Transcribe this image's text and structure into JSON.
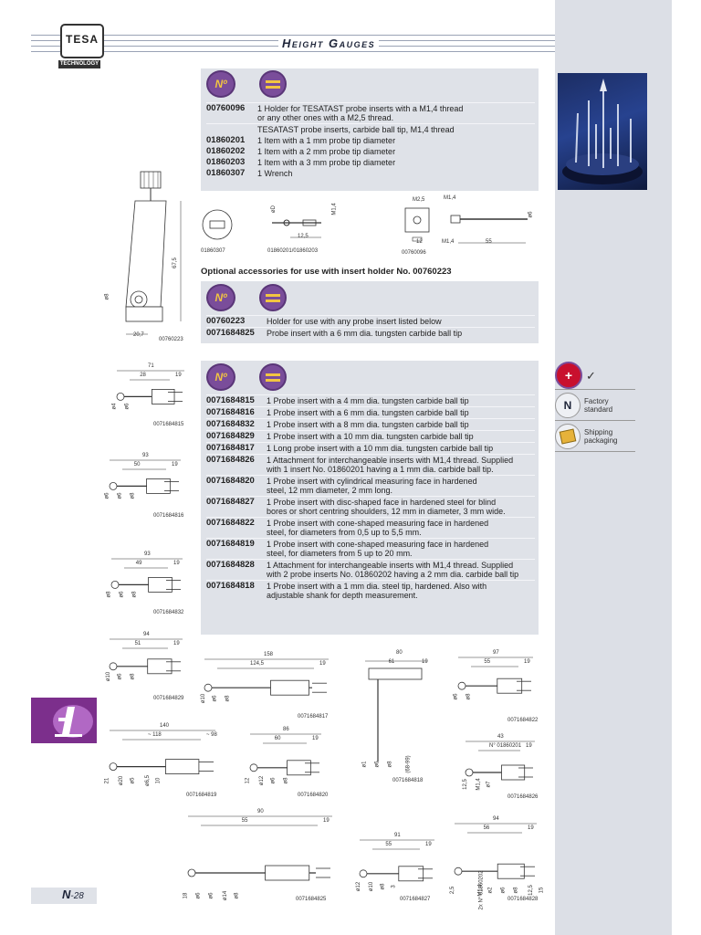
{
  "header": {
    "title": "Height Gauges",
    "logo_text": "TESA",
    "logo_sub": "TECHNOLOGY"
  },
  "panel1": {
    "rows": [
      {
        "code": "00760096",
        "desc": "1 Holder for TESATAST probe inserts with a M1,4 thread\n   or any other ones with a M2,5 thread."
      },
      {
        "code": "",
        "desc": "TESATAST probe inserts, carbide ball tip, M1,4 thread"
      },
      {
        "code": "01860201",
        "desc": "1 Item with a 1 mm probe tip diameter"
      },
      {
        "code": "01860202",
        "desc": "1 Item with a 2 mm probe tip diameter"
      },
      {
        "code": "01860203",
        "desc": "1 Item with a 3 mm probe tip diameter"
      },
      {
        "code": "01860307",
        "desc": "1 Wrench"
      }
    ]
  },
  "drawings_top": {
    "wrench": "01860307",
    "inserts": "01860201/01860203",
    "holder": "00760096",
    "dim_d": "øD",
    "dim_m14": "M1,4",
    "dim_125": "12,5",
    "dim_m25": "M2,5",
    "dim_55": "55",
    "dim_6": "ø6",
    "dim_12": "12"
  },
  "left_holder": {
    "label": "00760223",
    "dim_675": "67,5",
    "dim_8": "ø8",
    "dim_207": "20,7"
  },
  "optional_heading": "Optional accessories for use with insert holder No. 00760223",
  "panel2": {
    "rows": [
      {
        "code": "00760223",
        "desc": "Holder for use with any probe insert listed below"
      },
      {
        "code": "0071684825",
        "desc": "Probe insert with a 6 mm dia. tungsten carbide ball tip"
      }
    ]
  },
  "panel3": {
    "rows": [
      {
        "code": "0071684815",
        "desc": "1  Probe insert with a 4 mm dia. tungsten carbide ball tip"
      },
      {
        "code": "0071684816",
        "desc": "1  Probe insert with a 6 mm dia. tungsten carbide ball tip"
      },
      {
        "code": "0071684832",
        "desc": "1  Probe insert with a 8 mm dia. tungsten carbide ball tip"
      },
      {
        "code": "0071684829",
        "desc": "1  Probe insert with a 10 mm dia. tungsten carbide ball tip"
      },
      {
        "code": "0071684817",
        "desc": "1  Long probe insert with a 10 mm dia. tungsten carbide ball tip"
      },
      {
        "code": "0071684826",
        "desc": "1  Attachment for interchangeable inserts with M1,4 thread. Supplied\n   with 1 insert No. 01860201 having a 1 mm dia. carbide ball tip."
      },
      {
        "code": "0071684820",
        "desc": "1  Probe insert with cylindrical measuring face in hardened\n     steel, 12 mm diameter, 2 mm long."
      },
      {
        "code": "0071684827",
        "desc": "1  Probe insert with disc-shaped face in hardened steel for blind\n     bores or short centring shoulders, 12 mm in diameter, 3 mm wide."
      },
      {
        "code": "0071684822",
        "desc": "1  Probe insert with cone-shaped measuring face in hardened\n     steel, for diameters from 0,5 up to 5,5 mm."
      },
      {
        "code": "0071684819",
        "desc": "1  Probe insert with cone-shaped measuring face in hardened\n     steel, for diameters from 5 up to 20 mm."
      },
      {
        "code": "0071684828",
        "desc": "1  Attachment for interchangeable inserts with M1,4 thread. Supplied\n   with 2 probe inserts No. 01860202 having a 2 mm dia. carbide ball tip"
      },
      {
        "code": "0071684818",
        "desc": "1  Probe insert with a 1 mm dia. steel tip, hardened. Also with\n   adjustable shank for depth measurement."
      }
    ]
  },
  "legend": {
    "factory": "Factory\nstandard",
    "shipping": "Shipping\npackaging",
    "check": "✓"
  },
  "drawings": [
    {
      "label": "0071684815",
      "dims": [
        "71",
        "28",
        "19",
        "ø4",
        "ø6"
      ]
    },
    {
      "label": "0071684816",
      "dims": [
        "93",
        "50",
        "19",
        "ø6",
        "ø6",
        "ø8"
      ]
    },
    {
      "label": "0071684832",
      "dims": [
        "93",
        "49",
        "19",
        "ø8",
        "ø6",
        "ø8"
      ]
    },
    {
      "label": "0071684829",
      "dims": [
        "94",
        "51",
        "19",
        "ø10",
        "ø6",
        "ø8"
      ]
    },
    {
      "label": "0071684817",
      "dims": [
        "158",
        "124,5",
        "19",
        "ø10",
        "ø6",
        "ø8"
      ]
    },
    {
      "label": "0071684818",
      "dims": [
        "80",
        "61",
        "19",
        "ø1",
        "ø6",
        "ø8",
        "(68-99)"
      ]
    },
    {
      "label": "0071684822",
      "dims": [
        "97",
        "55",
        "19",
        "ø6",
        "ø8"
      ]
    },
    {
      "label": "0071684819",
      "dims": [
        "140",
        "~ 118",
        "~ 98",
        "21",
        "ø20",
        "ø5",
        "ø6,5",
        "10"
      ]
    },
    {
      "label": "0071684820",
      "dims": [
        "86",
        "60",
        "19",
        "12",
        "ø12",
        "ø6",
        "ø8"
      ]
    },
    {
      "label": "0071684826",
      "dims": [
        "43",
        "N° 01860201",
        "19",
        "12,5",
        "M1,4",
        "ø7"
      ]
    },
    {
      "label": "0071684825",
      "dims": [
        "90",
        "55",
        "19",
        "18",
        "ø6",
        "ø6",
        "ø14",
        "ø8"
      ]
    },
    {
      "label": "0071684827",
      "dims": [
        "91",
        "55",
        "19",
        "ø12",
        "ø10",
        "ø8",
        "3"
      ]
    },
    {
      "label": "0071684828",
      "dims": [
        "94",
        "56",
        "19",
        "2,5",
        "2x N° 01860202",
        "M1,4",
        "ø2",
        "ø6",
        "ø8",
        "12,5",
        "15"
      ]
    }
  ],
  "page_number": {
    "letter": "N",
    "num": "-28"
  }
}
